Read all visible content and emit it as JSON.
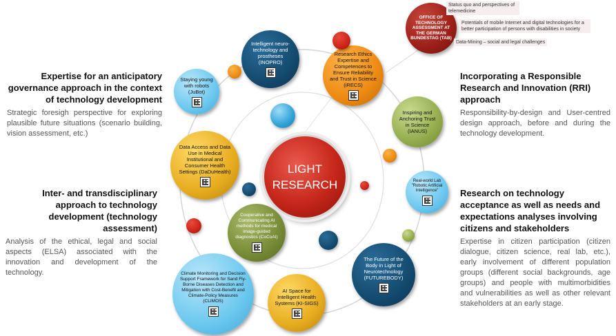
{
  "left_top": {
    "heading": "Expertise for an anticipatory governance approach in the context of technology development",
    "text": "Strategic foresigh perspective for exploring plausible future situations (scenario building, vision assessment, etc.)"
  },
  "left_bottom": {
    "heading": "Inter- and transdisciplinary approach to technology development (technology assessment)",
    "text": "Analysis of the ethical, legal and social aspects (ELSA) associated with the innovation and development of the technology."
  },
  "right_top": {
    "heading": "Incorporating a Responsible Research and Innovation (RRI) approach",
    "text": "Responsibility-by-design and User-centred design approach, before and during the technology development."
  },
  "right_bottom": {
    "heading": "Research on technology acceptance as well as needs and expectations analyses involving citizens and stakeholders",
    "text": "Expertise in citizen participation (citizen dialogue, citizen science, real lab, etc.), early involvement of different population groups (different social backgrounds, age groups) and people with multimorbidities and vulnerabilities as well as other relevant stakeholders at an early stage."
  },
  "center": {
    "line1": "LIGHT",
    "line2": "RESEARCH"
  },
  "projects": {
    "inopro": "Intelligent neuro-technology and prostheses (INOPRO)",
    "irecs": "Research Ethics Expertise and Competences to Ensure Reliability and Trust in Science (iRECS)",
    "jubot": "Staying young with robots (JuBot)",
    "ianus": "Inspiring and Anchoring Trust in Science (IANUS)",
    "daduhealth": "Data Access and Data Use in Medical Institutional and Consumer Health Settings (DaDuHealth)",
    "reallab": "Real-world Lab \"Robotic Artificial Intelligence\"",
    "cocoai": "Cooperative and Communicating AI methods for medical image-guided diagnostics (CoCoAI)",
    "climos": "Climate Monitoring and Decision Support Framework for Sand Fly-Borne Diseases Detection and Mitigation with Cost-Benefit and Climate-Policy Measures (CLIMOS)",
    "kisigs": "AI Space for Intelligent Health Systems (KI-SIGS)",
    "futurebody": "The Future of the Body in Light of Neurotechnology (FUTUREBODY)",
    "tab": "OFFICE OF TECHNOLOGY ASSESSMENT AT THE GERMAN BUNDESTAG (TAB)"
  },
  "tab_notes": [
    "Status quo and perspectives of telemedicine",
    "Potentials of mobile Internet and digital technologies for a better participation of persons with disabilities in society",
    "Data-Mining – social and legal challenges"
  ],
  "colors": {
    "orange": "#ec8a12",
    "gold": "#e7ac1f",
    "navy": "#144b6f",
    "sky": "#6cc8ef",
    "green": "#93ad4d",
    "olive": "#778a36",
    "darkred": "#9b1f18",
    "red": "#cc2418"
  }
}
